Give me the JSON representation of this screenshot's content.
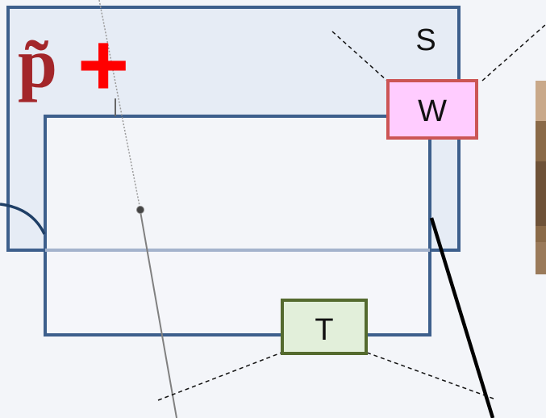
{
  "diagram": {
    "particle_label": "p̃",
    "charge_label": "+",
    "box_s_label": "S",
    "box_w_label": "W",
    "box_t_label": "T"
  },
  "colors": {
    "box_stroke": "#3d5f8c",
    "box_s_fill": "#e6ecf5",
    "box_inner_fill": "#f5f7fa",
    "w_fill": "#ffccff",
    "w_stroke": "#cc5555",
    "t_fill": "#e2efda",
    "t_stroke": "#546a2e",
    "particle": "#a3262a",
    "plus": "#ff0000"
  }
}
